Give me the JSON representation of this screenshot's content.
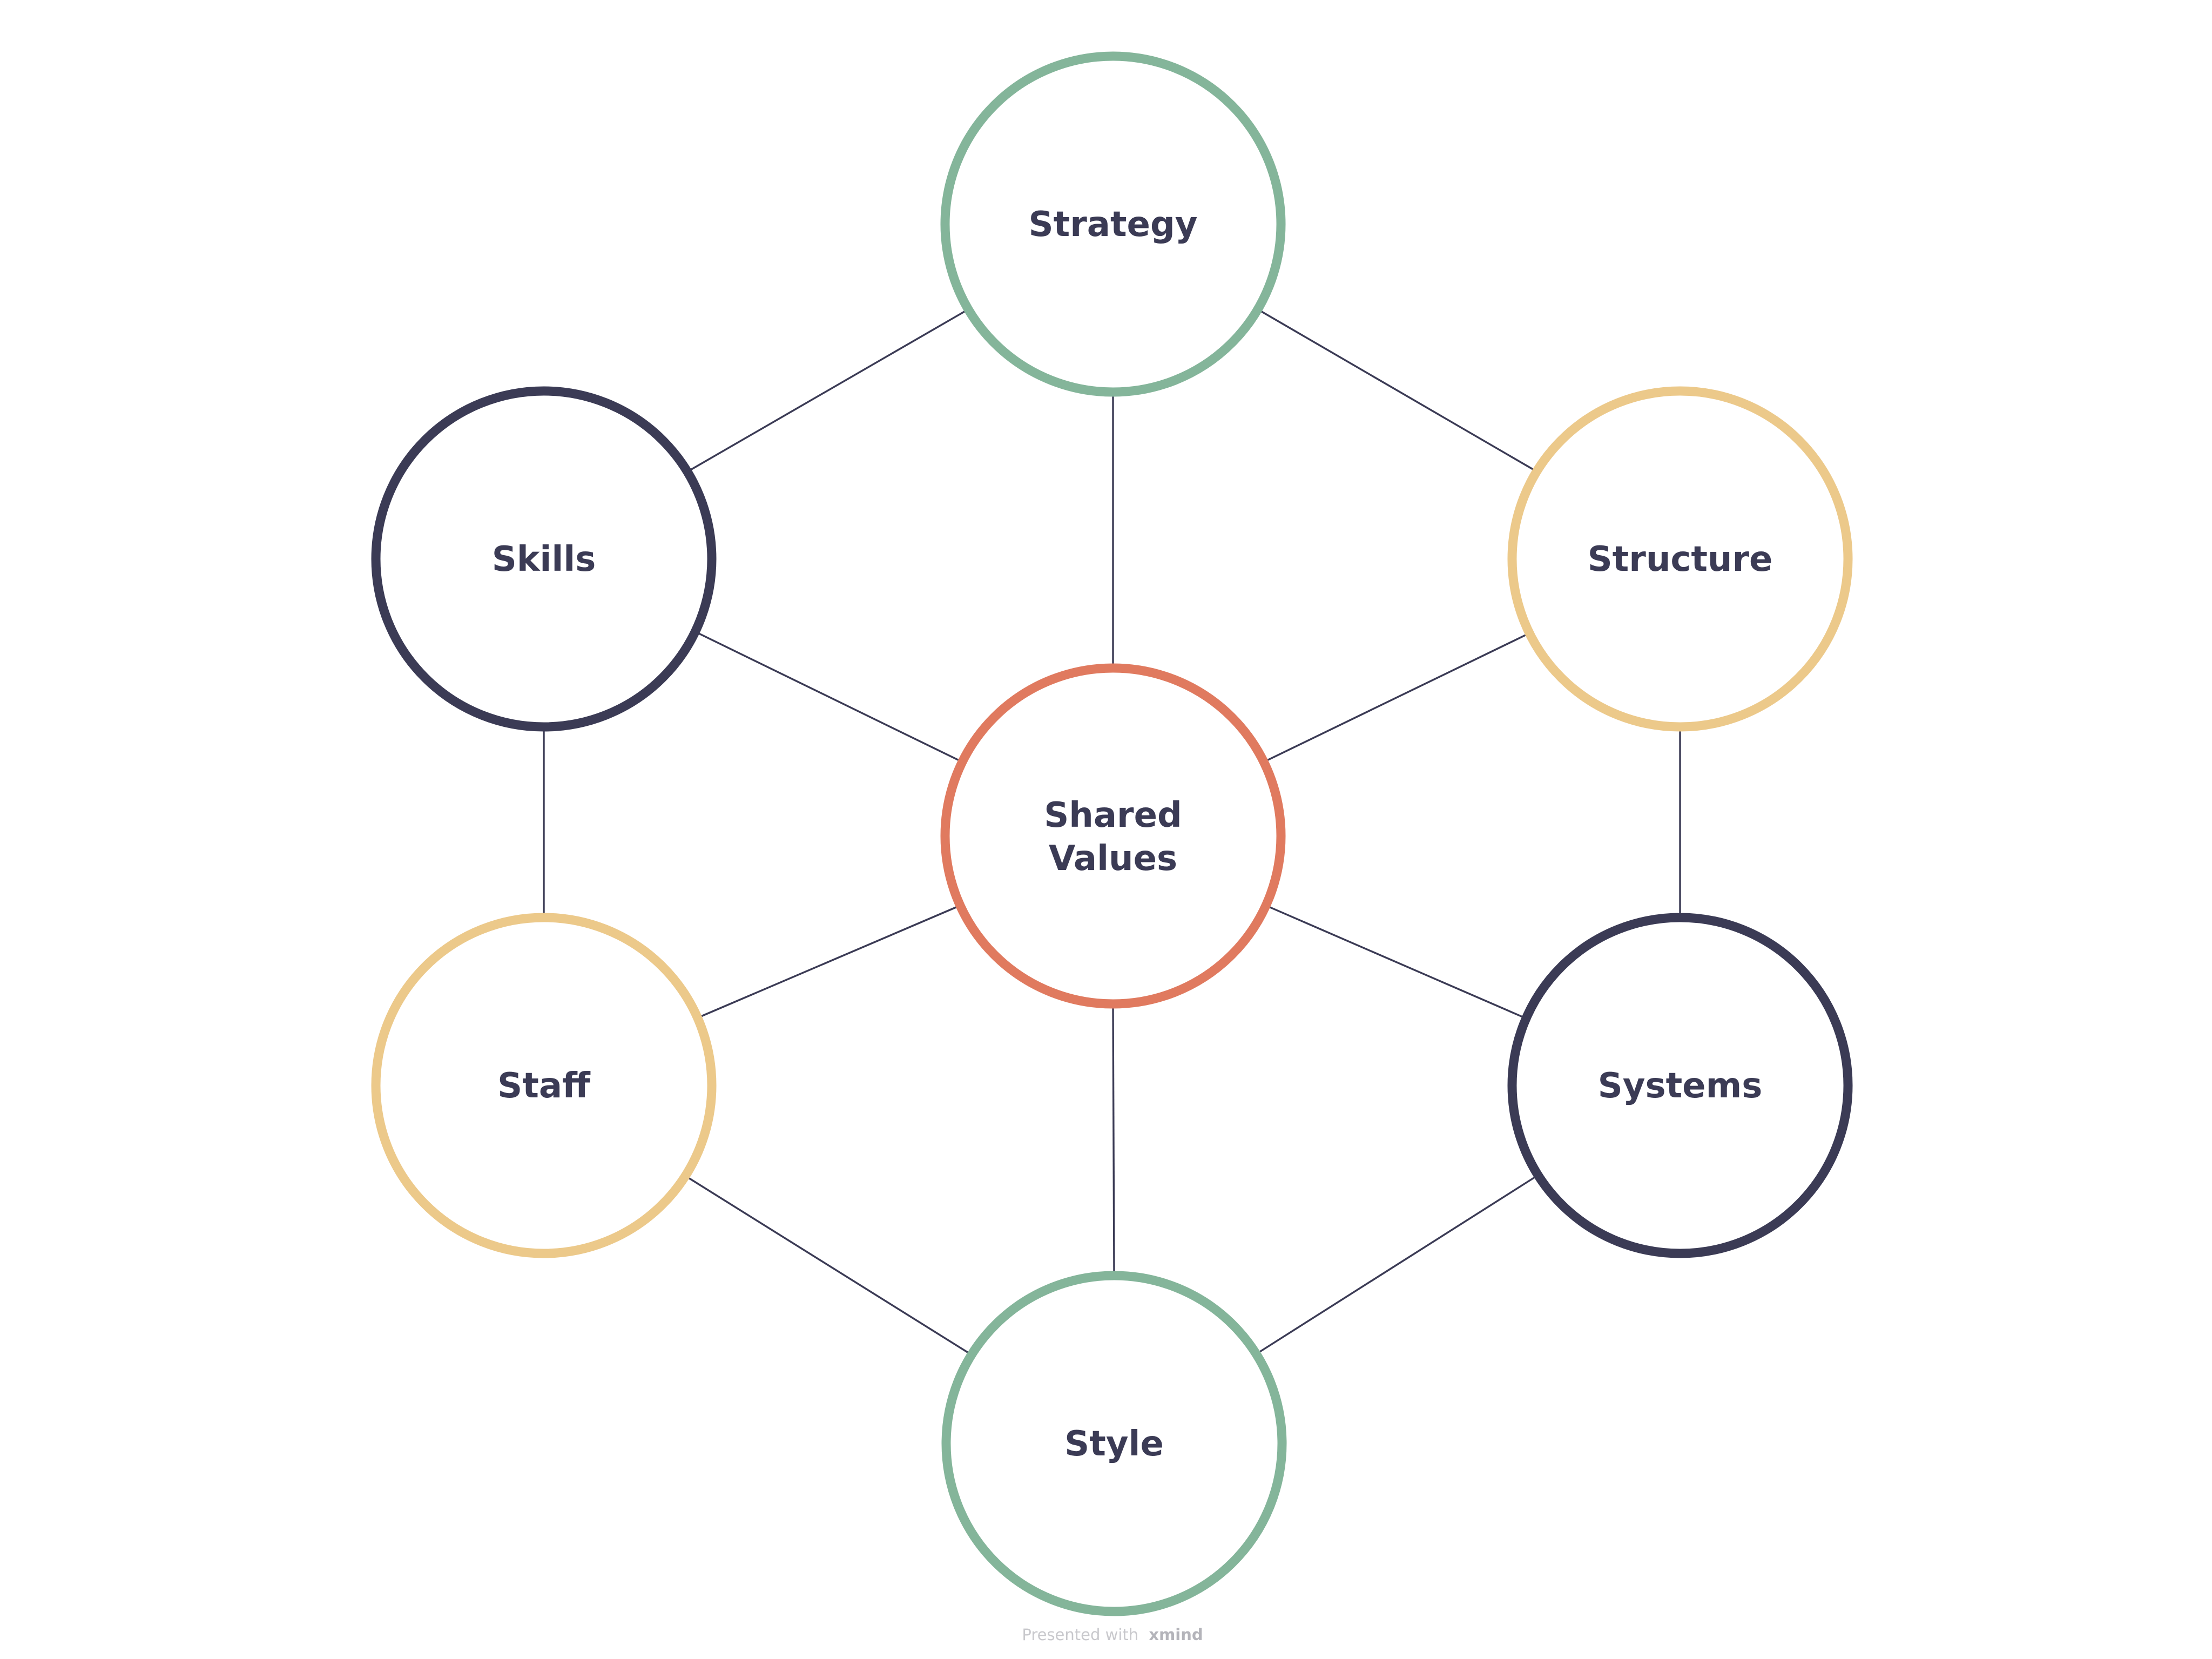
{
  "nodes": {
    "strategy": {
      "label": "Strategy",
      "color": "#84b59a"
    },
    "skills": {
      "label": "Skills",
      "color": "#3b3b55"
    },
    "structure": {
      "label": "Structure",
      "color": "#ecc98a"
    },
    "shared_values": {
      "label_line1": "Shared",
      "label_line2": "Values",
      "color": "#e07a5f"
    },
    "staff": {
      "label": "Staff",
      "color": "#ecc98a"
    },
    "systems": {
      "label": "Systems",
      "color": "#3b3b55"
    },
    "style": {
      "label": "Style",
      "color": "#84b59a"
    }
  },
  "connections": [
    [
      "strategy",
      "skills"
    ],
    [
      "strategy",
      "structure"
    ],
    [
      "strategy",
      "shared_values"
    ],
    [
      "skills",
      "shared_values"
    ],
    [
      "structure",
      "shared_values"
    ],
    [
      "skills",
      "staff"
    ],
    [
      "structure",
      "systems"
    ],
    [
      "shared_values",
      "staff"
    ],
    [
      "shared_values",
      "systems"
    ],
    [
      "shared_values",
      "style"
    ],
    [
      "staff",
      "style"
    ],
    [
      "systems",
      "style"
    ]
  ],
  "footer": {
    "prefix": "Presented with",
    "brand": "xmind"
  }
}
